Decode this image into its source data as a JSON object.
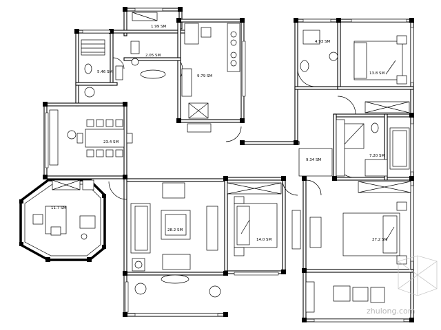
{
  "rooms": [
    {
      "id": "balcony-top",
      "area": "1.99 SM"
    },
    {
      "id": "storage",
      "area": "2.05 SM"
    },
    {
      "id": "bath-left",
      "area": "5.46 SM"
    },
    {
      "id": "kitchen",
      "area": "9.79 SM"
    },
    {
      "id": "dining",
      "area": "23.4 SM"
    },
    {
      "id": "study",
      "area": "11.7 SM"
    },
    {
      "id": "living",
      "area": "28.2 SM"
    },
    {
      "id": "bedroom-middle",
      "area": "14.0 SM"
    },
    {
      "id": "hall",
      "area": "9.34 SM"
    },
    {
      "id": "bath-master",
      "area": "7.20 SM"
    },
    {
      "id": "bedroom-master",
      "area": "27.2 SM"
    },
    {
      "id": "bath-top-right",
      "area": "4.93 SM"
    },
    {
      "id": "bedroom-top-right",
      "area": "13.8 SM"
    }
  ],
  "watermark": {
    "text": "zhulong.com"
  }
}
